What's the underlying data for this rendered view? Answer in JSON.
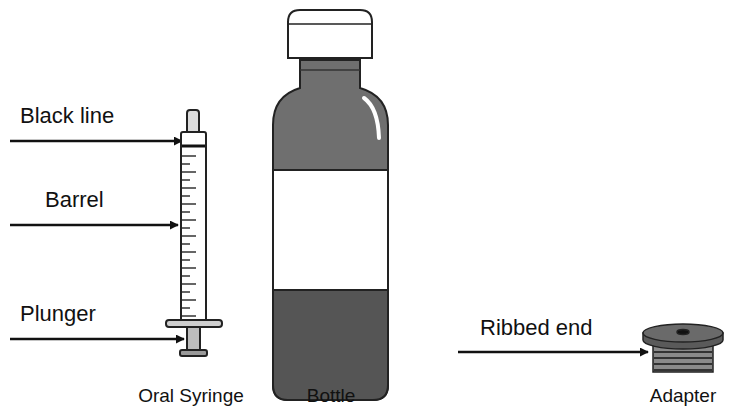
{
  "diagram": {
    "labels": [
      "Black line",
      "Barrel",
      "Plunger",
      "Ribbed end",
      "Oral Syringe",
      "Bottle",
      "Adapter"
    ]
  }
}
